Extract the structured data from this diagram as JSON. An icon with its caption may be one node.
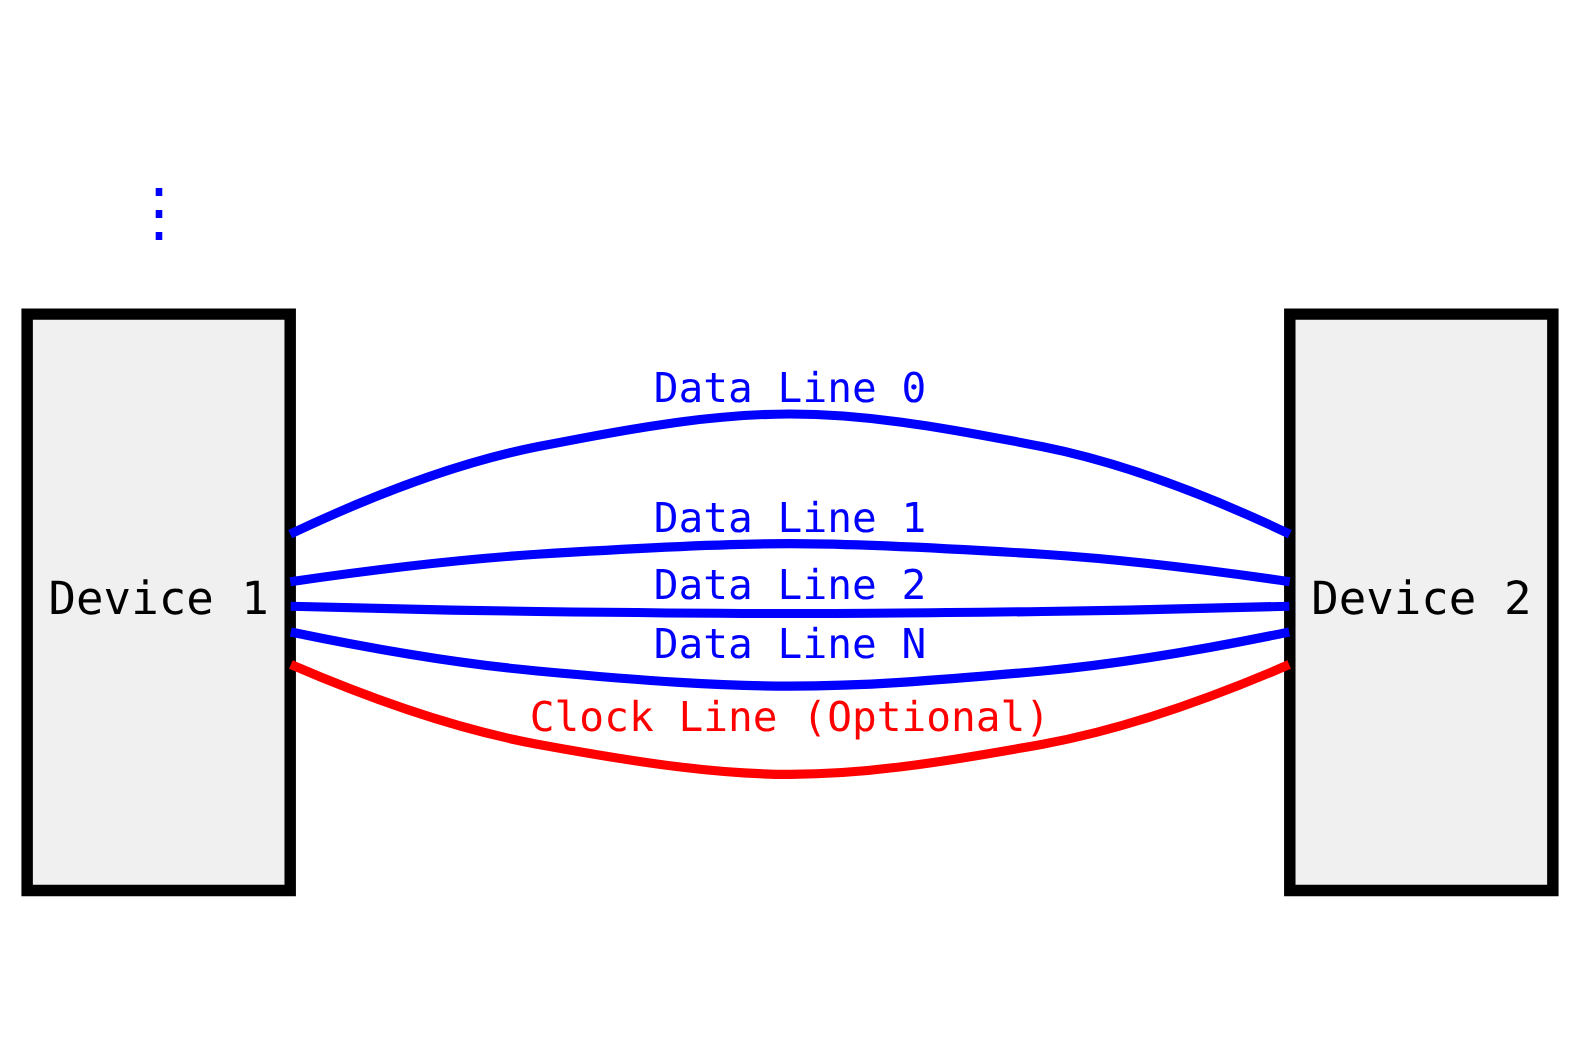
{
  "diagram": {
    "nodes": [
      {
        "text": [
          "Device 1"
        ]
      },
      {
        "text": [
          "Device 2"
        ]
      }
    ],
    "edges": [
      {
        "from": 0,
        "to": 1,
        "arrow": "none",
        "label": "Data Line 0",
        "color": "#0000ff"
      },
      {
        "from": 0,
        "to": 1,
        "arrow": "none",
        "label": "Data Line 1",
        "color": "#0000ff"
      },
      {
        "from": 0,
        "to": 1,
        "arrow": "none",
        "label": "Data Line 2",
        "color": "#0000ff"
      },
      {
        "from": 0,
        "to": 1,
        "arrow": "none",
        "label": "Data Line N",
        "color": "#0000ff"
      },
      {
        "from": 0,
        "to": 1,
        "arrow": "none",
        "label": "Clock Line (Optional)",
        "color": "#ff0000"
      }
    ],
    "labels": [
      "⋮"
    ]
  }
}
